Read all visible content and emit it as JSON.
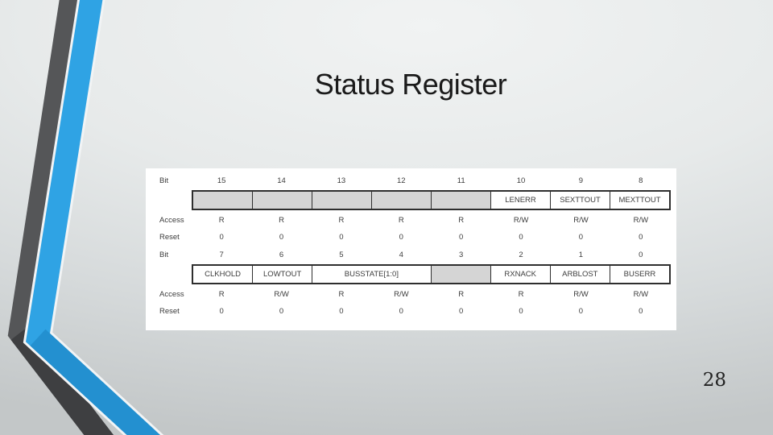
{
  "slide": {
    "title": "Status Register",
    "page_number": "28"
  },
  "colors": {
    "band_blue": "#2fa3e4",
    "band_blue_shade": "#2390d0",
    "band_dark": "#555658",
    "band_dark_shade": "#3e3f41",
    "gap_white": "#f2f4f5",
    "line": "#2e2e2e",
    "cell_grey": "#d5d5d5",
    "panel_bg": "#ffffff"
  },
  "register_table": {
    "row_labels": {
      "bit": "Bit",
      "access": "Access",
      "reset": "Reset"
    },
    "halves": [
      {
        "bits": [
          "15",
          "14",
          "13",
          "12",
          "11",
          "10",
          "9",
          "8"
        ],
        "fields": [
          {
            "name": "",
            "span": 1,
            "reserved": true
          },
          {
            "name": "",
            "span": 1,
            "reserved": true
          },
          {
            "name": "",
            "span": 1,
            "reserved": true
          },
          {
            "name": "",
            "span": 1,
            "reserved": true
          },
          {
            "name": "",
            "span": 1,
            "reserved": true
          },
          {
            "name": "LENERR",
            "span": 1,
            "reserved": false
          },
          {
            "name": "SEXTTOUT",
            "span": 1,
            "reserved": false
          },
          {
            "name": "MEXTTOUT",
            "span": 1,
            "reserved": false
          }
        ],
        "access": [
          "R",
          "R",
          "R",
          "R",
          "R",
          "R/W",
          "R/W",
          "R/W"
        ],
        "reset": [
          "0",
          "0",
          "0",
          "0",
          "0",
          "0",
          "0",
          "0"
        ]
      },
      {
        "bits": [
          "7",
          "6",
          "5",
          "4",
          "3",
          "2",
          "1",
          "0"
        ],
        "fields": [
          {
            "name": "CLKHOLD",
            "span": 1,
            "reserved": false
          },
          {
            "name": "LOWTOUT",
            "span": 1,
            "reserved": false
          },
          {
            "name": "BUSSTATE[1:0]",
            "span": 2,
            "reserved": false
          },
          {
            "name": "",
            "span": 1,
            "reserved": true
          },
          {
            "name": "RXNACK",
            "span": 1,
            "reserved": false
          },
          {
            "name": "ARBLOST",
            "span": 1,
            "reserved": false
          },
          {
            "name": "BUSERR",
            "span": 1,
            "reserved": false
          }
        ],
        "access": [
          "R",
          "R/W",
          "R",
          "R/W",
          "R",
          "R",
          "R/W",
          "R/W"
        ],
        "reset": [
          "0",
          "0",
          "0",
          "0",
          "0",
          "0",
          "0",
          "0"
        ]
      }
    ]
  }
}
